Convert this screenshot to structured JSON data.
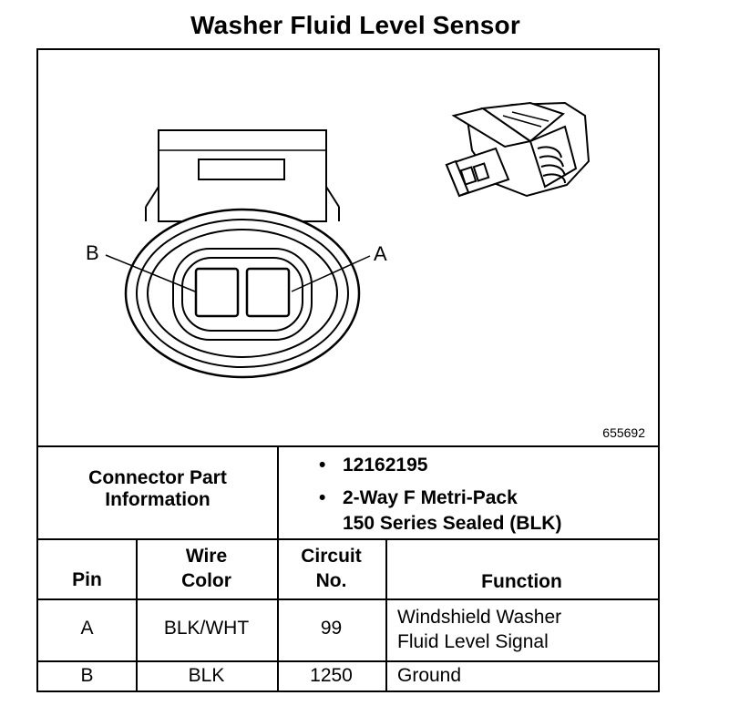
{
  "title": "Washer Fluid Level Sensor",
  "figure": {
    "pin_labels": {
      "left": "B",
      "right": "A"
    },
    "figure_number": "655692"
  },
  "connector_info": {
    "label_line1": "Connector Part",
    "label_line2": "Information",
    "bullets": [
      {
        "line1": "12162195",
        "line2": ""
      },
      {
        "line1": "2-Way F Metri-Pack",
        "line2": "150 Series Sealed (BLK)"
      }
    ],
    "bullet_char": "•"
  },
  "table": {
    "headers": {
      "pin": "Pin",
      "wire_color_line1": "Wire",
      "wire_color_line2": "Color",
      "circuit_line1": "Circuit",
      "circuit_line2": "No.",
      "function": "Function"
    },
    "rows": [
      {
        "pin": "A",
        "wire_color": "BLK/WHT",
        "circuit": "99",
        "function_line1": "Windshield Washer",
        "function_line2": "Fluid Level Signal"
      },
      {
        "pin": "B",
        "wire_color": "BLK",
        "circuit": "1250",
        "function_line1": "Ground",
        "function_line2": ""
      }
    ]
  }
}
